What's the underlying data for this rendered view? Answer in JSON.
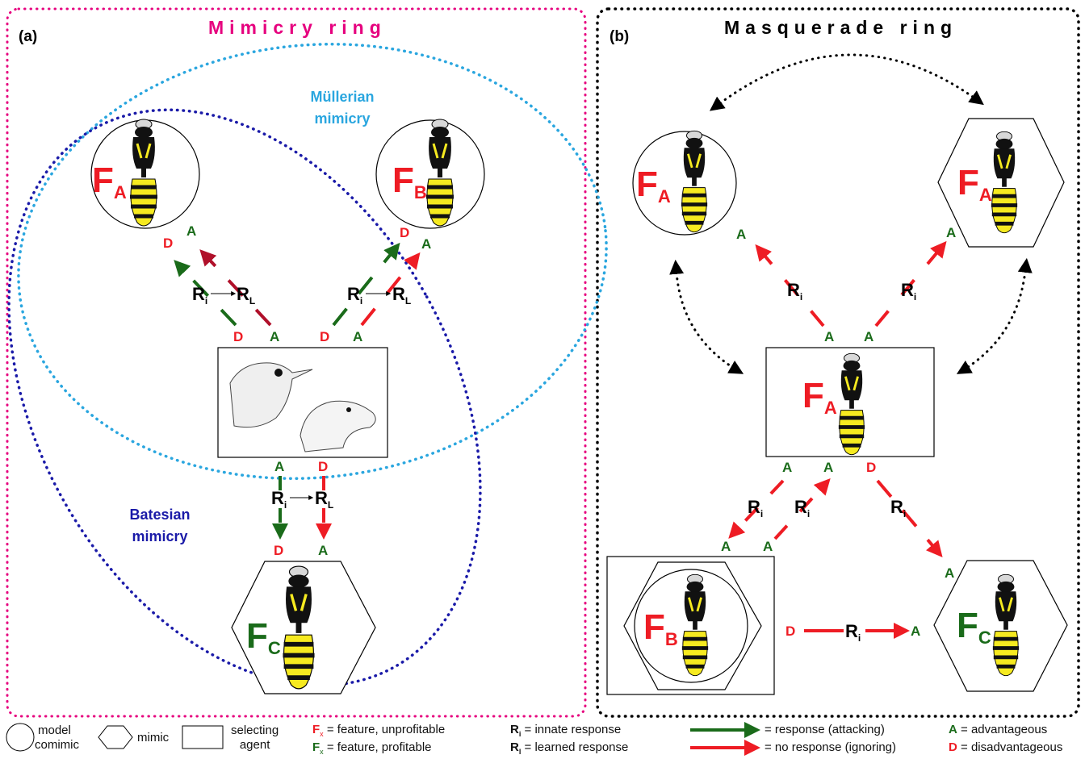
{
  "panel_a": {
    "label": "(a)",
    "title": "Mimicry ring",
    "mullerian": [
      "Müllerian",
      "mimicry"
    ],
    "batesian": [
      "Batesian",
      "mimicry"
    ],
    "model_a": {
      "letter": "F",
      "sub": "A"
    },
    "model_b": {
      "letter": "F",
      "sub": "B"
    },
    "mimic_c": {
      "letter": "F",
      "sub": "C"
    },
    "resp_i": {
      "letter": "R",
      "sub": "i"
    },
    "resp_l": {
      "letter": "R",
      "sub": "L"
    },
    "adv": "A",
    "dis": "D"
  },
  "panel_b": {
    "label": "(b)",
    "title": "Masquerade ring",
    "center": {
      "letter": "F",
      "sub": "A"
    },
    "top_left": {
      "letter": "F",
      "sub": "A"
    },
    "top_right": {
      "letter": "F",
      "sub": "A"
    },
    "bottom_left": {
      "letter": "F",
      "sub": "B"
    },
    "bottom_right": {
      "letter": "F",
      "sub": "C"
    },
    "resp_i": {
      "letter": "R",
      "sub": "i"
    },
    "adv": "A",
    "dis": "D"
  },
  "legend": {
    "model": [
      "model",
      "comimic"
    ],
    "mimic": "mimic",
    "agent": [
      "selecting",
      "agent"
    ],
    "feature_unprofitable": {
      "sym": "F",
      "sub": "x",
      "text": "= feature, unprofitable"
    },
    "feature_profitable": {
      "sym": "F",
      "sub": "x",
      "text": "= feature, profitable"
    },
    "innate": {
      "sym": "R",
      "sub": "i",
      "text": "= innate response"
    },
    "learned": {
      "sym": "R",
      "sub": "l",
      "text": "= learned response"
    },
    "attack": "= response (attacking)",
    "ignore": "= no response (ignoring)",
    "advantageous": {
      "sym": "A",
      "text": "= advantageous"
    },
    "disadvantageous": {
      "sym": "D",
      "text": "= disadvantageous"
    }
  },
  "colors": {
    "red": "#ee1c24",
    "green": "#1a6b1a",
    "magenta": "#e6007e",
    "light_blue": "#2aa6df",
    "dark_blue": "#1a1aa8",
    "yellow": "#f6ea20"
  }
}
